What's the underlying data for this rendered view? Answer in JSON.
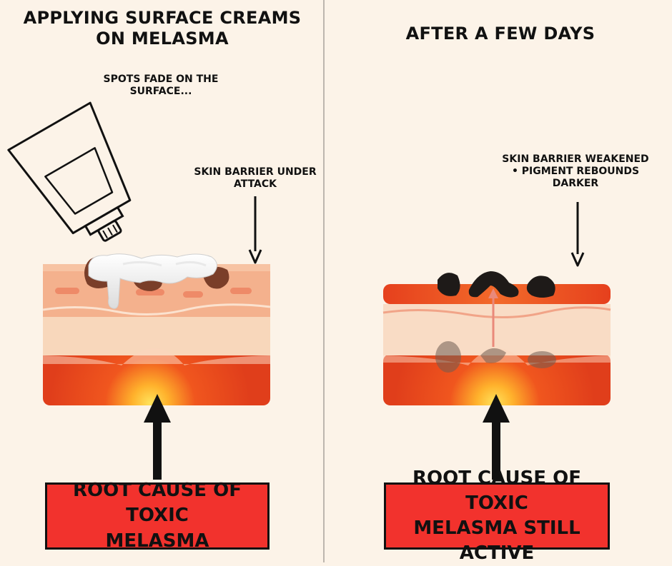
{
  "left_panel": {
    "title_line1": "APPLYING SURFACE CREAMS",
    "title_line2": "ON MELASMA",
    "note_line1": "SPOTS FADE ON THE",
    "note_line2": "SURFACE...",
    "barrier_line1": "SKIN BARRIER UNDER",
    "barrier_line2": "ATTACK",
    "root_line1": "ROOT CAUSE OF TOXIC",
    "root_line2": "MELASMA"
  },
  "right_panel": {
    "title": "AFTER A FEW DAYS",
    "barrier_line1": "SKIN BARRIER WEAKENED",
    "barrier_line2": "• PIGMENT REBOUNDS",
    "barrier_line3": "DARKER",
    "root_line1": "ROOT CAUSE OF TOXIC",
    "root_line2": "MELASMA STILL ACTIVE"
  },
  "colors": {
    "background": "#fcf3e8",
    "divider": "#bdb6ae",
    "skin_light": "#f7d3b6",
    "skin_mid": "#f3b08c",
    "dermis": "#e5411d",
    "inflammation_core": "#ffd84a",
    "pigment": "#2a211d",
    "cream": "#ffffff",
    "root_box": "#f2322d"
  }
}
